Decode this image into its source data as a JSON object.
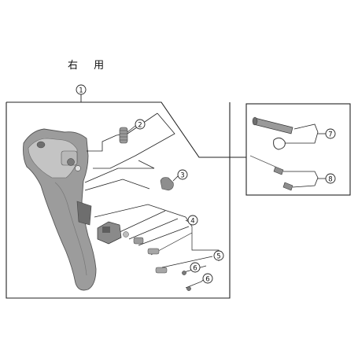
{
  "heading": "右 用",
  "callouts": [
    {
      "label": "1",
      "part": "lever-assembly"
    },
    {
      "label": "2",
      "part": "spring"
    },
    {
      "label": "3",
      "part": "clip"
    },
    {
      "label": "4",
      "part": "mechanism-unit"
    },
    {
      "label": "5",
      "part": "small-parts-set"
    },
    {
      "label": "6",
      "part": "screw"
    },
    {
      "label": "6",
      "part": "screw"
    },
    {
      "label": "7",
      "part": "pin-and-snap-ring"
    },
    {
      "label": "8",
      "part": "pin-and-screw"
    }
  ],
  "colors": {
    "line": "#222222",
    "part_shade": "#9a9a9a",
    "part_dark": "#6e6e6e",
    "part_light": "#c8c8c8"
  }
}
